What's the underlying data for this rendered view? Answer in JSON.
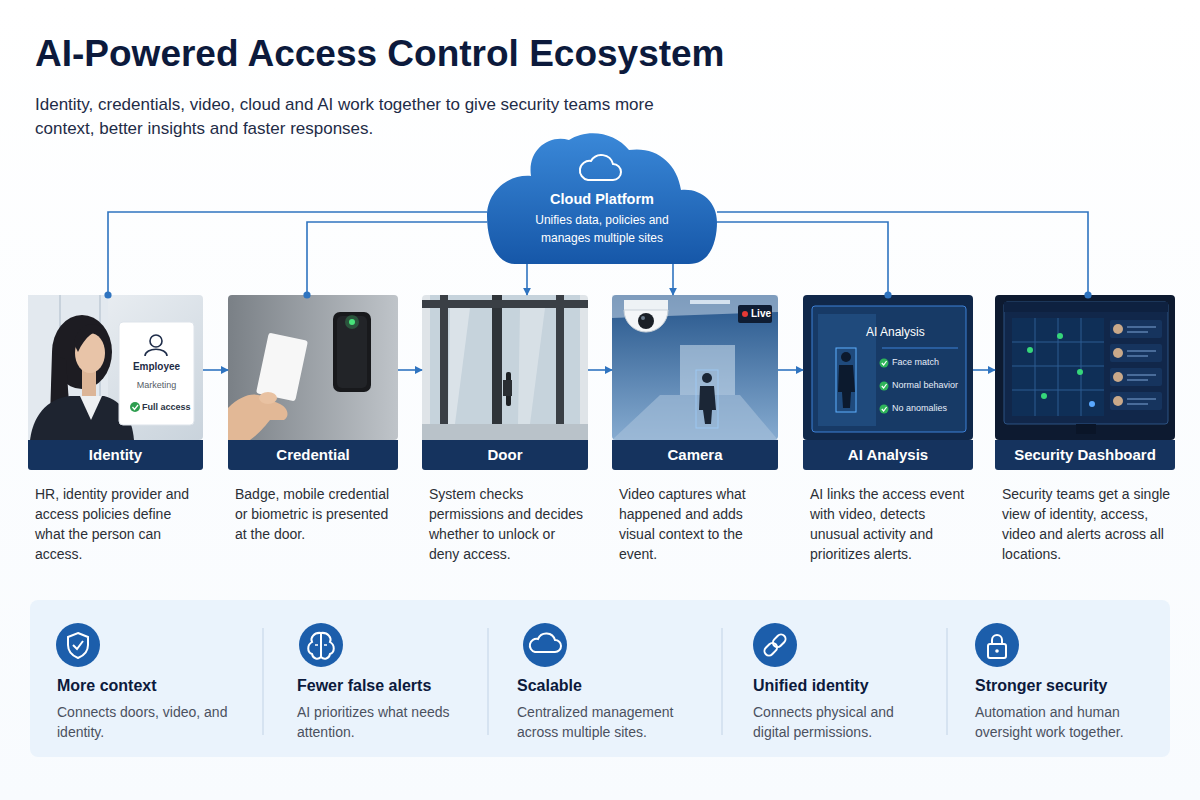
{
  "diagram": {
    "title": "AI-Powered Access Control Ecosystem",
    "caption": "Identity, credentials, video, cloud and AI work together to give security teams more context, better insights and faster responses.",
    "nodes": [
      {
        "text": [
          "Cloud Platform",
          "Unifies data, policies and manages multiple sites"
        ]
      },
      {
        "text": [
          "Identity",
          "HR, identity provider and access policies define what the person can access."
        ]
      },
      {
        "text": [
          "Credential",
          "Badge, mobile credential or biometric is presented at the door."
        ]
      },
      {
        "text": [
          "Door",
          "System checks permissions and decides whether to unlock or deny access."
        ]
      },
      {
        "text": [
          "Camera",
          "Video captures what happened and adds visual context to the event."
        ]
      },
      {
        "text": [
          "AI Analysis",
          "AI links the access event with video, detects unusual activity and prioritizes alerts."
        ]
      },
      {
        "text": [
          "Security Dashboard",
          "Security teams get a single view of identity, access, video and alerts across all locations."
        ]
      },
      {
        "text": [
          "More context",
          "Connects doors, video, and identity."
        ]
      },
      {
        "text": [
          "Fewer false alerts",
          "AI prioritizes what needs attention."
        ]
      },
      {
        "text": [
          "Scalable",
          "Centralized management across multiple sites."
        ]
      },
      {
        "text": [
          "Unified identity",
          "Connects physical and digital permissions."
        ]
      },
      {
        "text": [
          "Stronger security",
          "Automation and human oversight work together."
        ]
      }
    ],
    "edges": [
      {
        "from": 0,
        "to": 1,
        "arrow": "none"
      },
      {
        "from": 0,
        "to": 2,
        "arrow": "none"
      },
      {
        "from": 0,
        "to": 3,
        "arrow": "to"
      },
      {
        "from": 0,
        "to": 4,
        "arrow": "to"
      },
      {
        "from": 0,
        "to": 5,
        "arrow": "none"
      },
      {
        "from": 0,
        "to": 6,
        "arrow": "none"
      },
      {
        "from": 1,
        "to": 2,
        "arrow": "to"
      },
      {
        "from": 2,
        "to": 3,
        "arrow": "to"
      },
      {
        "from": 3,
        "to": 4,
        "arrow": "to"
      },
      {
        "from": 4,
        "to": 5,
        "arrow": "to"
      },
      {
        "from": 5,
        "to": 6,
        "arrow": "to"
      }
    ],
    "labels": [
      "Employee",
      "Marketing",
      "Full access",
      "Live",
      "AI Analysis",
      "Face match",
      "Normal behavior",
      "No anomalies"
    ]
  }
}
